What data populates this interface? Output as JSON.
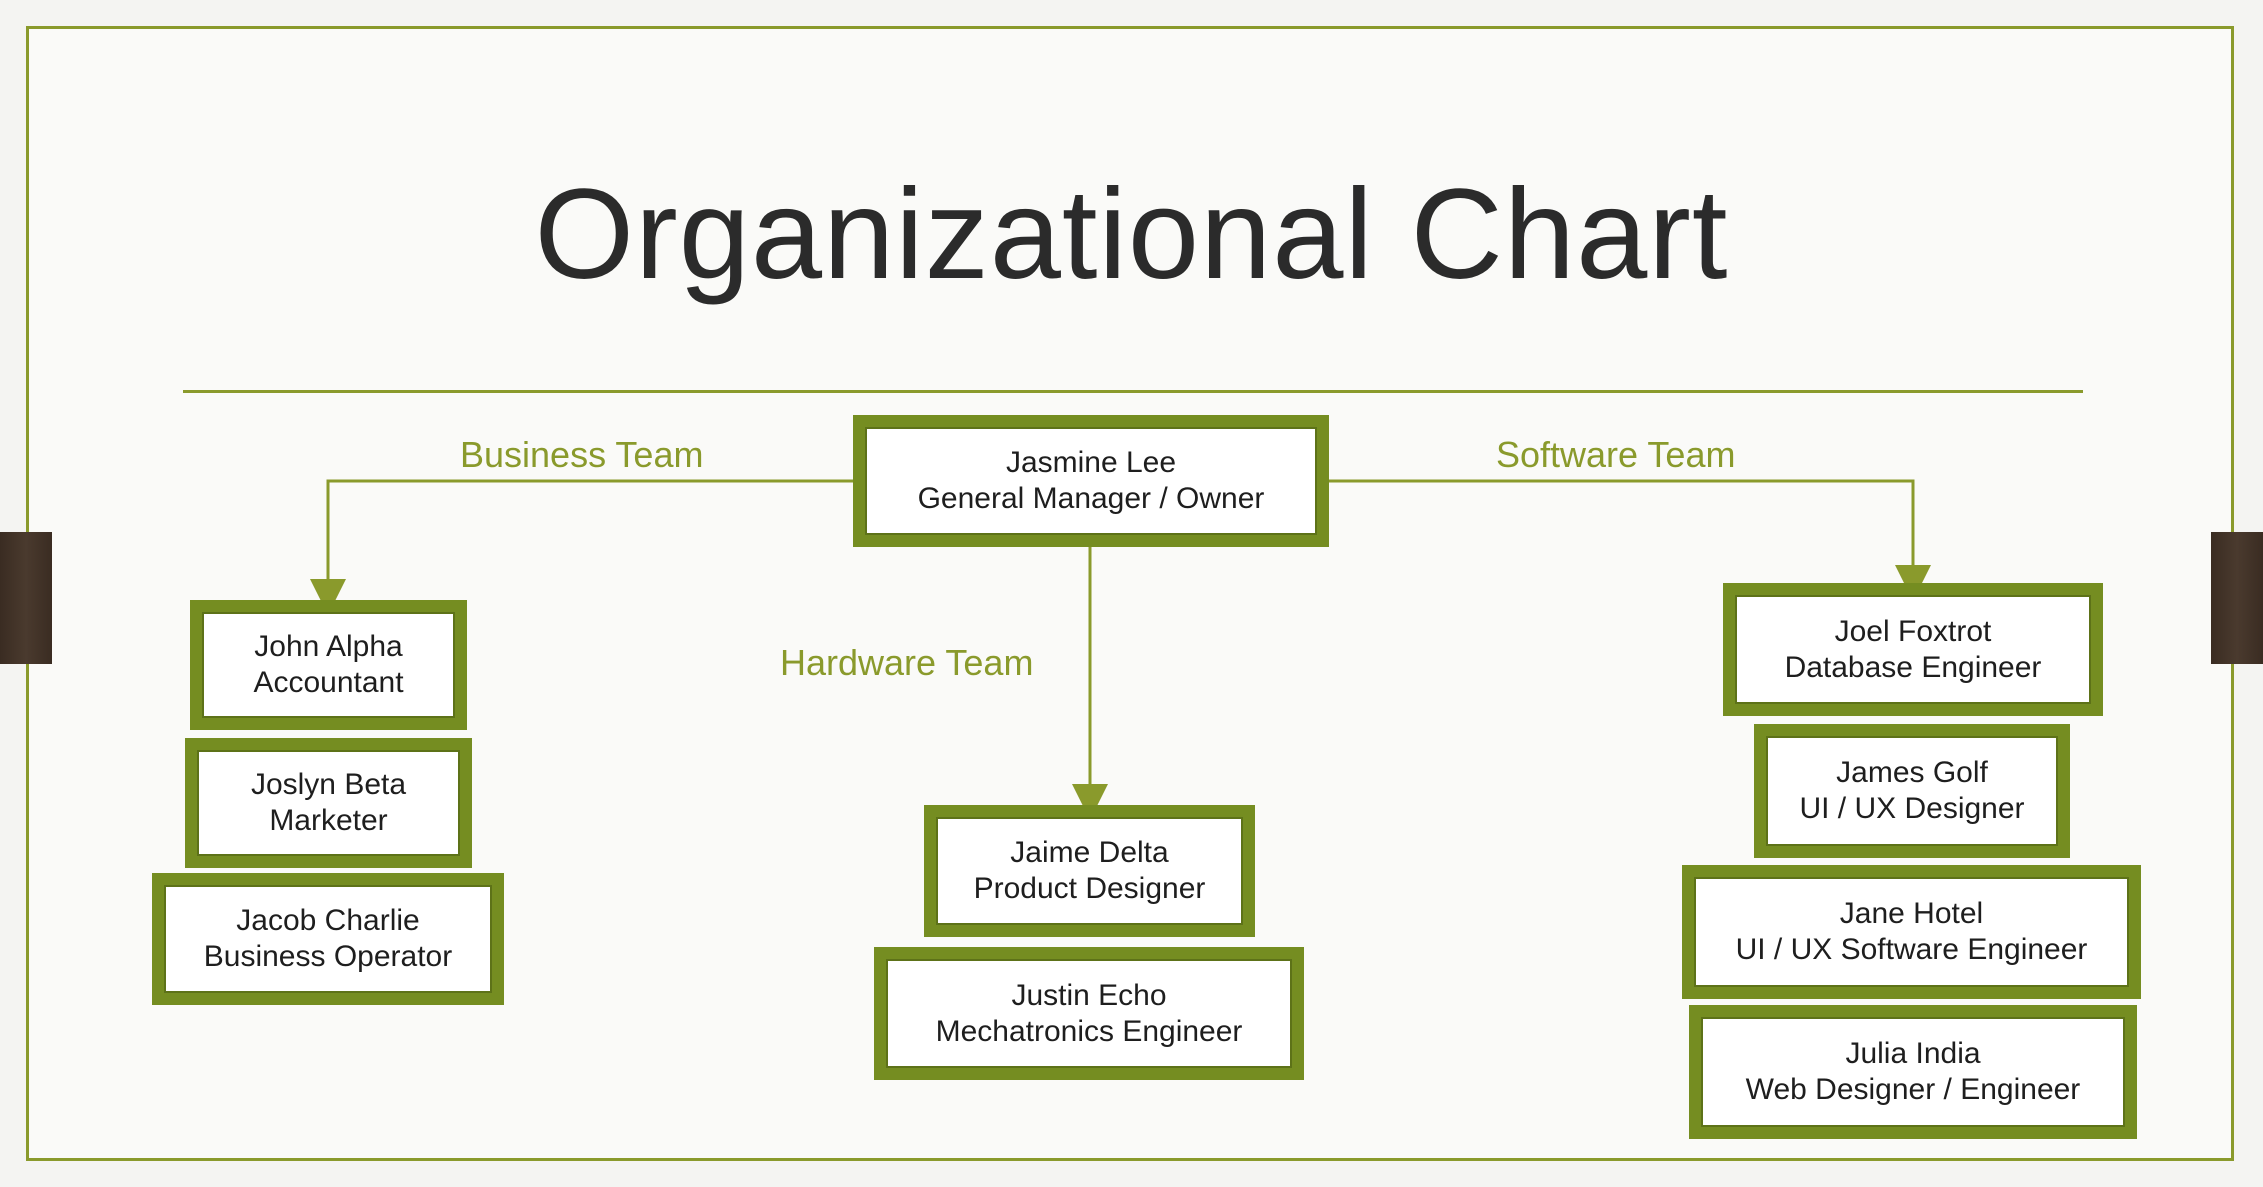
{
  "title": "Organizational Chart",
  "colors": {
    "accent": "#8a9a2c",
    "box": "#758d21"
  },
  "root": {
    "name": "Jasmine Lee",
    "role": "General Manager / Owner"
  },
  "teams": {
    "business": {
      "label": "Business Team",
      "members": [
        {
          "name": "John Alpha",
          "role": "Accountant"
        },
        {
          "name": "Joslyn Beta",
          "role": "Marketer"
        },
        {
          "name": "Jacob Charlie",
          "role": "Business Operator"
        }
      ]
    },
    "hardware": {
      "label": "Hardware Team",
      "members": [
        {
          "name": "Jaime Delta",
          "role": "Product Designer"
        },
        {
          "name": "Justin Echo",
          "role": "Mechatronics Engineer"
        }
      ]
    },
    "software": {
      "label": "Software Team",
      "members": [
        {
          "name": "Joel Foxtrot",
          "role": "Database Engineer"
        },
        {
          "name": "James Golf",
          "role": "UI / UX Designer"
        },
        {
          "name": "Jane Hotel",
          "role": "UI / UX Software Engineer"
        },
        {
          "name": "Julia India",
          "role": "Web Designer / Engineer"
        }
      ]
    }
  }
}
